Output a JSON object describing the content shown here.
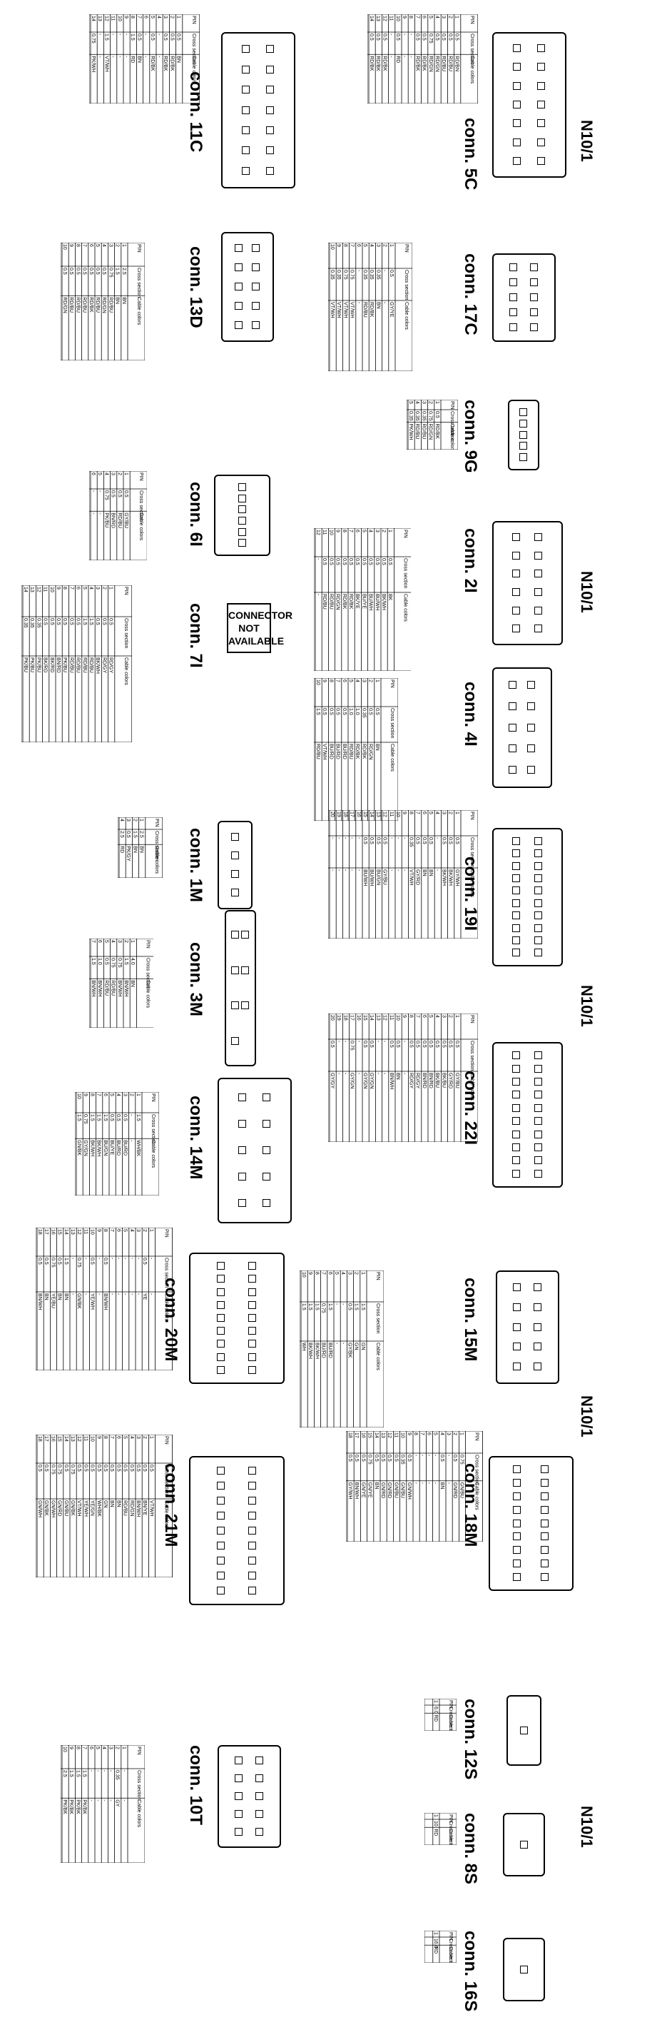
{
  "header_labels": [
    "N10/1",
    "N10/1",
    "N10/1",
    "N10/1",
    "N10/1"
  ],
  "not_available": [
    "CONNECTOR",
    "NOT",
    "AVAILABLE"
  ],
  "table_headers": [
    "PIN",
    "Cross section",
    "Cable colors"
  ],
  "connectors": [
    {
      "id": "c5c",
      "title": "conn. 5C",
      "pins": 14,
      "rows": [
        [
          "1",
          "0.5",
          "RD/BN"
        ],
        [
          "2",
          "0.5",
          "RD/BU"
        ],
        [
          "3",
          "0.5",
          "RD/BU"
        ],
        [
          "4",
          "0.5",
          "RD/GN"
        ],
        [
          "5",
          "0.75",
          "RD/GN"
        ],
        [
          "6",
          "0.5",
          "RD/BK"
        ],
        [
          "7",
          "0.5",
          "RD/BK"
        ],
        [
          "8",
          "-",
          "-"
        ],
        [
          "9",
          "-",
          "-"
        ],
        [
          "10",
          "0.5",
          "RD"
        ],
        [
          "11",
          "-",
          "-"
        ],
        [
          "12",
          "0.5",
          "RD/BK"
        ],
        [
          "13",
          "0.5",
          "RD/BK"
        ],
        [
          "14",
          "0.5",
          "RD/BK"
        ]
      ]
    },
    {
      "id": "c17c",
      "title": "conn. 17C",
      "pins": 10,
      "rows": [
        [
          "1",
          "0.5",
          "GY/YE"
        ],
        [
          "2",
          "-",
          "-"
        ],
        [
          "3",
          "0.35",
          "BN"
        ],
        [
          "4",
          "0.35",
          "RD/BK"
        ],
        [
          "5",
          "0.35",
          "RD/BU"
        ],
        [
          "6",
          "-",
          "-"
        ],
        [
          "7",
          "0.75",
          "VT/WH"
        ],
        [
          "8",
          "0.75",
          "VT/WH"
        ],
        [
          "9",
          "0.35",
          "VT/WH"
        ],
        [
          "10",
          "0.35",
          "VT/WH"
        ]
      ]
    },
    {
      "id": "c9g",
      "title": "conn. 9G",
      "pins": 5,
      "rows": [
        [
          "1",
          "0.5",
          "RD/BK"
        ],
        [
          "2",
          "0.75",
          "RD/GN"
        ],
        [
          "3",
          "0.35",
          "RD/BU"
        ],
        [
          "4",
          "0.35",
          "RD/BU"
        ],
        [
          "5",
          "0.35",
          "PK/WH"
        ]
      ]
    },
    {
      "id": "c2i",
      "title": "conn. 2I",
      "pins": 12,
      "rows": [
        [
          "1",
          "0.5",
          "BK"
        ],
        [
          "2",
          "0.5",
          "BK/WH"
        ],
        [
          "3",
          "0.5",
          "BU/WH"
        ],
        [
          "4",
          "0.5",
          "BU/WH"
        ],
        [
          "5",
          "0.5",
          "BU/YE"
        ],
        [
          "6",
          "0.5",
          "BK/YE"
        ],
        [
          "7",
          "0.5",
          "RD/BK"
        ],
        [
          "8",
          "0.5",
          "RD/BK"
        ],
        [
          "9",
          "0.5",
          "RD/GN"
        ],
        [
          "10",
          "0.5",
          "RD/BU"
        ],
        [
          "11",
          "0.5",
          "RD/BU"
        ],
        [
          "12",
          "-",
          "-"
        ]
      ]
    },
    {
      "id": "c4i",
      "title": "conn. 4I",
      "pins": 10,
      "rows": [
        [
          "1",
          "0.5",
          "BN"
        ],
        [
          "2",
          "0.5",
          "RD/GN"
        ],
        [
          "3",
          "0.35",
          "RD/BK"
        ],
        [
          "4",
          "1.0",
          "RD/BK"
        ],
        [
          "5",
          "1.0",
          "RD/BU"
        ],
        [
          "6",
          "0.5",
          "BU/RD"
        ],
        [
          "7",
          "0.5",
          "BU/RD"
        ],
        [
          "8",
          "0.5",
          "BU/RD"
        ],
        [
          "9",
          "0.5",
          "VT/WH"
        ],
        [
          "10",
          "1.5",
          "RD/BU"
        ]
      ]
    },
    {
      "id": "c19i",
      "title": "conn. 19I",
      "pins": 20,
      "rows": [
        [
          "1",
          "0.5",
          "GY/WH"
        ],
        [
          "2",
          "0.5",
          "BK/WH"
        ],
        [
          "3",
          "0.5",
          "BK/WH"
        ],
        [
          "4",
          "-",
          "-"
        ],
        [
          "5",
          "0.5",
          "BN"
        ],
        [
          "6",
          "0.5",
          "BN"
        ],
        [
          "7",
          "0.5",
          "GY/RD"
        ],
        [
          "8",
          "0.35",
          "VT/WH"
        ],
        [
          "9",
          "-",
          "-"
        ],
        [
          "10",
          "-",
          "-"
        ],
        [
          "11",
          "-",
          "-"
        ],
        [
          "12",
          "0.5",
          "GY/BU"
        ],
        [
          "13",
          "0.5",
          "BU/GN"
        ],
        [
          "14",
          "0.5",
          "BU/WH"
        ],
        [
          "15",
          "0.5",
          "BU/WH"
        ],
        [
          "16",
          "-",
          "-"
        ],
        [
          "17",
          "-",
          "-"
        ],
        [
          "18",
          "-",
          "-"
        ],
        [
          "19",
          "-",
          "-"
        ],
        [
          "20",
          "-",
          "-"
        ]
      ]
    },
    {
      "id": "c22i",
      "title": "conn. 22I",
      "pins": 20,
      "rows": [
        [
          "1",
          "0.5",
          "GY/BU"
        ],
        [
          "2",
          "0.5",
          "GY/RD"
        ],
        [
          "3",
          "0.5",
          "BK/BU"
        ],
        [
          "4",
          "0.5",
          "BK/BU"
        ],
        [
          "5",
          "0.5",
          "BN/RD"
        ],
        [
          "6",
          "0.5",
          "BN/RD"
        ],
        [
          "7",
          "0.5",
          "RD/GY"
        ],
        [
          "8",
          "0.5",
          "RD/GY"
        ],
        [
          "9",
          "-",
          "-"
        ],
        [
          "10",
          "0.5",
          "BN"
        ],
        [
          "11",
          "0.5",
          "BN/WH"
        ],
        [
          "12",
          "-",
          "-"
        ],
        [
          "13",
          "-",
          "-"
        ],
        [
          "14",
          "0.5",
          "GY/GN"
        ],
        [
          "15",
          "0.5",
          "GY/GN"
        ],
        [
          "16",
          "-",
          "-"
        ],
        [
          "17",
          "0.75",
          "GY/GN"
        ],
        [
          "18",
          "-",
          "-"
        ],
        [
          "19",
          "-",
          "-"
        ],
        [
          "20",
          "0.5",
          "GY/GY"
        ]
      ]
    },
    {
      "id": "c15m",
      "title": "conn. 15M",
      "pins": 10,
      "rows": [
        [
          "1",
          "1.5",
          "GN"
        ],
        [
          "2",
          "1.5",
          "GN"
        ],
        [
          "3",
          "0.5",
          "GY/BK"
        ],
        [
          "4",
          "-",
          "-"
        ],
        [
          "5",
          "-",
          "-"
        ],
        [
          "6",
          "1.5",
          "BU/RD"
        ],
        [
          "7",
          "0.75",
          "BU/RD"
        ],
        [
          "8",
          "1.5",
          "BK/WH"
        ],
        [
          "9",
          "1.5",
          "BK/WH"
        ],
        [
          "10",
          "1.5",
          "WH"
        ]
      ]
    },
    {
      "id": "c18m",
      "title": "conn. 18M",
      "pins": 18,
      "rows": [
        [
          "1",
          "0.75",
          "GN/BU"
        ],
        [
          "2",
          "0.5",
          "GN/RD"
        ],
        [
          "3",
          "-",
          "-"
        ],
        [
          "4",
          "0.5",
          "BN"
        ],
        [
          "5",
          "-",
          "-"
        ],
        [
          "6",
          "-",
          "-"
        ],
        [
          "7",
          "-",
          "-"
        ],
        [
          "8",
          "-",
          "-"
        ],
        [
          "9",
          "0.5",
          "GN/WH"
        ],
        [
          "10",
          "0.35",
          "GN/BU"
        ],
        [
          "11",
          "0.5",
          "GN/BU"
        ],
        [
          "12",
          "0.5",
          "GN/RD"
        ],
        [
          "13",
          "0.5",
          "GN/RD"
        ],
        [
          "14",
          "0.5",
          "BN"
        ],
        [
          "15",
          "0.75",
          "GN/YE"
        ],
        [
          "16",
          "0.5",
          "GN/YE"
        ],
        [
          "17",
          "0.5",
          "BN/WH"
        ],
        [
          "18",
          "0.5",
          "GY/WH"
        ]
      ]
    },
    {
      "id": "c12s",
      "title": "conn. 12S",
      "pins": 1,
      "rows": [
        [
          "1",
          "6.0",
          "RD"
        ]
      ]
    },
    {
      "id": "c8s",
      "title": "conn. 8S",
      "pins": 1,
      "rows": [
        [
          "1",
          "10",
          "RD"
        ]
      ]
    },
    {
      "id": "c16s",
      "title": "conn. 16S",
      "pins": 1,
      "rows": [
        [
          "1",
          "16.0",
          "RD"
        ]
      ]
    },
    {
      "id": "c11c",
      "title": "conn. 11C",
      "pins": 14,
      "rows": [
        [
          "1",
          "0.5",
          "BN"
        ],
        [
          "2",
          "0.5",
          "RD/BK"
        ],
        [
          "3",
          "0.5",
          "RD/BK"
        ],
        [
          "4",
          "-",
          "-"
        ],
        [
          "5",
          "0.5",
          "RD/BK"
        ],
        [
          "6",
          "-",
          "-"
        ],
        [
          "7",
          "0.5",
          "BN"
        ],
        [
          "8",
          "1.5",
          "RD"
        ],
        [
          "9",
          "-",
          "-"
        ],
        [
          "10",
          "-",
          "-"
        ],
        [
          "11",
          "-",
          "-"
        ],
        [
          "12",
          "1.5",
          "VT/WH"
        ],
        [
          "13",
          "-",
          "-"
        ],
        [
          "14",
          "0.75",
          "PK/WH"
        ]
      ]
    },
    {
      "id": "c13d",
      "title": "conn. 13D",
      "pins": 10,
      "rows": [
        [
          "1",
          "2.5",
          "BN"
        ],
        [
          "2",
          "1.5",
          "BN"
        ],
        [
          "3",
          "0.75",
          "RD/BU"
        ],
        [
          "4",
          "0.5",
          "RD/GN"
        ],
        [
          "5",
          "0.5",
          "RD/BU"
        ],
        [
          "6",
          "0.5",
          "RD/BK"
        ],
        [
          "7",
          "0.5",
          "RD/BU"
        ],
        [
          "8",
          "0.5",
          "RD/BU"
        ],
        [
          "9",
          "0.5",
          "RD/BU"
        ],
        [
          "10",
          "0.5",
          "RD/GN"
        ]
      ]
    },
    {
      "id": "c6i",
      "title": "conn. 6I",
      "pins": 6,
      "rows": [
        [
          "1",
          "0.5",
          "GY/BU"
        ],
        [
          "2",
          "0.5",
          "RD/BU"
        ],
        [
          "3",
          "0.5",
          "BN/RD"
        ],
        [
          "4",
          "0.75",
          "PK/BU"
        ],
        [
          "5",
          "-",
          "-"
        ],
        [
          "6",
          "-",
          "-"
        ]
      ]
    },
    {
      "id": "c7i",
      "title": "conn. 7I",
      "pins": 14,
      "rows": [
        [
          "1",
          "0.5",
          "RD/GY"
        ],
        [
          "2",
          "0.5",
          "RD/GY"
        ],
        [
          "3",
          "0.5",
          "BK/WH"
        ],
        [
          "4",
          "1.5",
          "RD/BU"
        ],
        [
          "5",
          "1.5",
          "RD/BU"
        ],
        [
          "6",
          "0.5",
          "RD/BU"
        ],
        [
          "7",
          "0.5",
          "RD/BU"
        ],
        [
          "8",
          "0.5",
          "PK/BU"
        ],
        [
          "9",
          "0.5",
          "BN/RD"
        ],
        [
          "10",
          "0.5",
          "BK/RD"
        ],
        [
          "11",
          "0.5",
          "BK/RD"
        ],
        [
          "12",
          "0.35",
          "PK/BU"
        ],
        [
          "13",
          "0.35",
          "PK/BU"
        ],
        [
          "14",
          "0.35",
          "PK/BU"
        ]
      ]
    },
    {
      "id": "c1m",
      "title": "conn. 1M",
      "pins": 4,
      "rows": [
        [
          "1",
          "2.5",
          "BN"
        ],
        [
          "2",
          "1.5",
          "BN"
        ],
        [
          "3",
          "0.5",
          "PK/GY"
        ],
        [
          "4",
          "2.5",
          "RD"
        ]
      ]
    },
    {
      "id": "c3m",
      "title": "conn. 3M",
      "pins": 7,
      "rows": [
        [
          "1",
          "4.0",
          "BN"
        ],
        [
          "2",
          "1.5",
          "BN/WH"
        ],
        [
          "3",
          "0.75",
          "BN/WH"
        ],
        [
          "4",
          "0.75",
          "RD/BU"
        ],
        [
          "5",
          "0.5",
          "RD/BU"
        ],
        [
          "6",
          "1.0",
          "BN/WH"
        ],
        [
          "7",
          "1.5",
          "BN/WH"
        ]
      ]
    },
    {
      "id": "c14m",
      "title": "conn. 14M",
      "pins": 10,
      "rows": [
        [
          "1",
          "1.5",
          "WH/BK"
        ],
        [
          "2",
          "-",
          "-"
        ],
        [
          "3",
          "0.5",
          "BU/RD"
        ],
        [
          "4",
          "0.5",
          "BU/RD"
        ],
        [
          "5",
          "0.5",
          "BU/YE"
        ],
        [
          "6",
          "1.5",
          "BU/GN"
        ],
        [
          "7",
          "1.5",
          "BK/WH"
        ],
        [
          "8",
          "1.5",
          "BK/WH"
        ],
        [
          "9",
          "0.75",
          "GY/GN"
        ],
        [
          "10",
          "1.5",
          "GN/BK"
        ]
      ]
    },
    {
      "id": "c20m",
      "title": "conn. 20M",
      "pins": 18,
      "rows": [
        [
          "1",
          "-",
          "-"
        ],
        [
          "2",
          "0.5",
          "YE"
        ],
        [
          "3",
          "-",
          "-"
        ],
        [
          "4",
          "-",
          "-"
        ],
        [
          "5",
          "-",
          "-"
        ],
        [
          "6",
          "-",
          "-"
        ],
        [
          "7",
          "-",
          "-"
        ],
        [
          "8",
          "0.5",
          "BN/WH"
        ],
        [
          "9",
          "-",
          "-"
        ],
        [
          "10",
          "0.5",
          "YE/WH"
        ],
        [
          "11",
          "-",
          "-"
        ],
        [
          "12",
          "0.75",
          "GN/BK"
        ],
        [
          "13",
          "-",
          "-"
        ],
        [
          "14",
          "1.5",
          "BN"
        ],
        [
          "15",
          "0.5",
          "BN"
        ],
        [
          "16",
          "0.75",
          "YE/BU"
        ],
        [
          "17",
          "0.5",
          "BN"
        ],
        [
          "18",
          "0.5",
          "BN/WH"
        ]
      ]
    },
    {
      "id": "c21m",
      "title": "conn. 21M",
      "pins": 18,
      "rows": [
        [
          "1",
          "0.5",
          "VT/WH"
        ],
        [
          "2",
          "0.5",
          "BN/YE"
        ],
        [
          "3",
          "0.5",
          "BN/WH"
        ],
        [
          "4",
          "0.5",
          "RD/GN"
        ],
        [
          "5",
          "0.5",
          "RD/BU"
        ],
        [
          "6",
          "0.5",
          "BN"
        ],
        [
          "7",
          "0.5",
          "BN"
        ],
        [
          "8",
          "0.5",
          "GN"
        ],
        [
          "9",
          "0.5",
          "WH/BK"
        ],
        [
          "10",
          "0.5",
          "YE/GN"
        ],
        [
          "11",
          "0.5",
          "YE/WH"
        ],
        [
          "12",
          "0.5",
          "VT/WH"
        ],
        [
          "13",
          "0.75",
          "GN/BK"
        ],
        [
          "14",
          "0.5",
          "GN/BU"
        ],
        [
          "15",
          "0.75",
          "GN/RD"
        ],
        [
          "16",
          "0.75",
          "GN/WH"
        ],
        [
          "17",
          "0.5",
          "GN/BK"
        ],
        [
          "18",
          "0.5",
          "GN/WH"
        ]
      ]
    },
    {
      "id": "c10t",
      "title": "conn. 10T",
      "pins": 10,
      "rows": [
        [
          "1",
          "-",
          "-"
        ],
        [
          "2",
          "0.35",
          "GY"
        ],
        [
          "3",
          "-",
          "-"
        ],
        [
          "4",
          "-",
          "-"
        ],
        [
          "5",
          "-",
          "-"
        ],
        [
          "6",
          "-",
          "-"
        ],
        [
          "7",
          "1.5",
          "PK/BK"
        ],
        [
          "8",
          "1.5",
          "PK/BK"
        ],
        [
          "9",
          "1.5",
          "PK/BK"
        ],
        [
          "10",
          "2.5",
          "PK/BK"
        ]
      ]
    }
  ]
}
